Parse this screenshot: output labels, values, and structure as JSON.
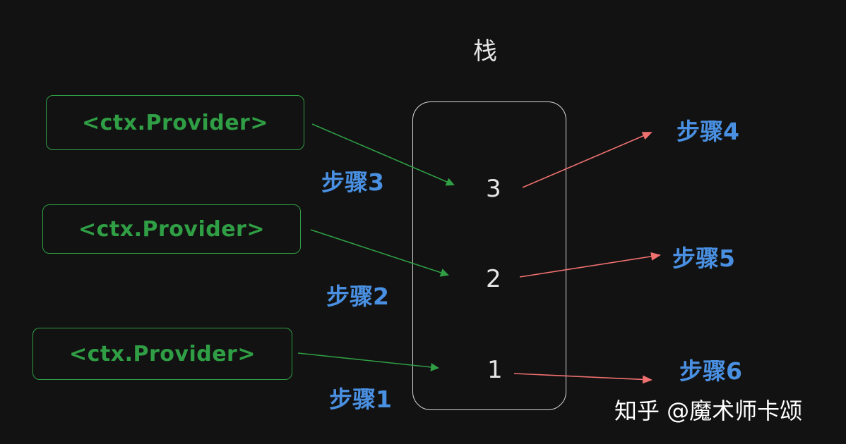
{
  "diagram": {
    "title": "栈",
    "providers": [
      {
        "label": "<ctx.Provider>"
      },
      {
        "label": "<ctx.Provider>"
      },
      {
        "label": "<ctx.Provider>"
      }
    ],
    "stack_numbers": [
      "3",
      "2",
      "1"
    ],
    "steps_in": [
      "步骤3",
      "步骤2",
      "步骤1"
    ],
    "steps_out": [
      "步骤4",
      "步骤5",
      "步骤6"
    ],
    "watermark": "知乎 @魔术师卡颂",
    "colors": {
      "background": "#121212",
      "provider": "#2f9e44",
      "stack": "#d8d8d8",
      "step_text": "#4a90e2",
      "out_arrow": "#f07070",
      "in_arrow": "#2f9e44"
    }
  }
}
